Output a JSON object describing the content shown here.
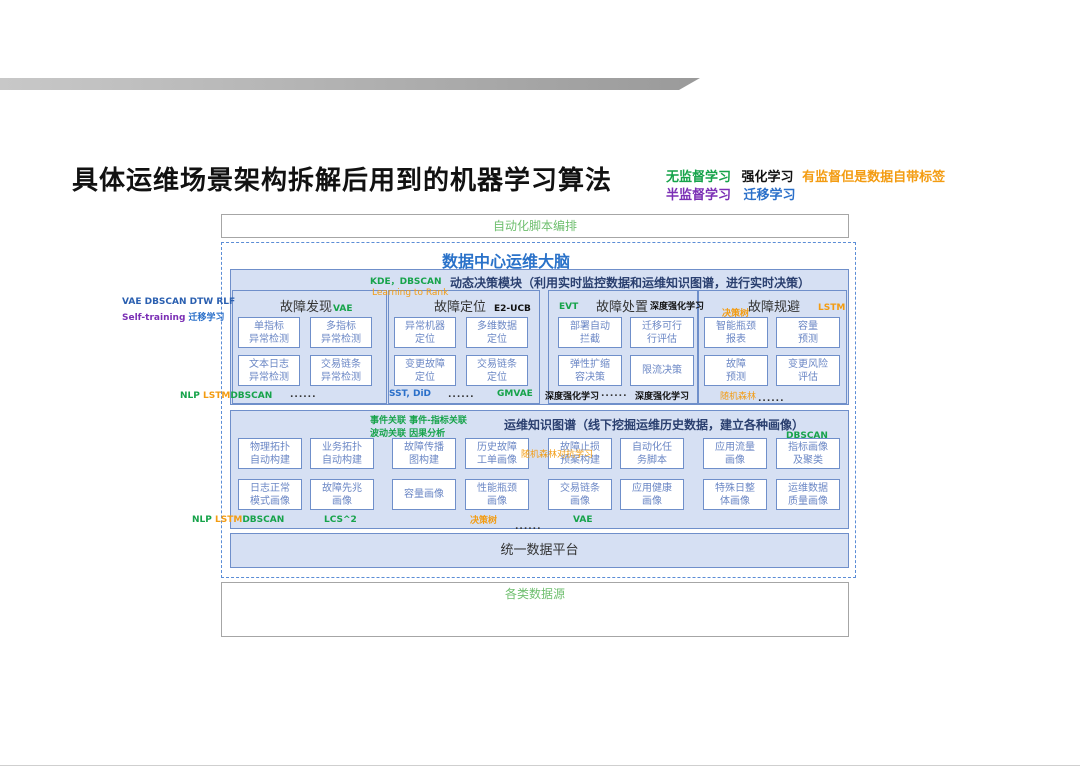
{
  "page": {
    "title": "具体运维场景架构拆解后用到的机器学习算法",
    "legend": {
      "unsupervised": "无监督学习",
      "reinforcement": "强化学习",
      "self_labeled": "有监督但是数据自带标签",
      "semi_supervised": "半监督学习",
      "transfer": "迁移学习"
    }
  },
  "colors": {
    "unsupervised": "#16a34a",
    "reinforcement": "#111111",
    "self_labeled": "#f39c12",
    "semi_supervised": "#7b2fb5",
    "transfer": "#2a6fc9",
    "panel": "#d6e0f3",
    "cell_text": "#6b87c5"
  },
  "diagram": {
    "top_box": "自动化脚本编排",
    "brain_title": "数据中心运维大脑",
    "dynamic": {
      "title": "动态决策模块（利用实时监控数据和运维知识图谱，进行实时决策）",
      "discover": {
        "title": "故障发现",
        "cells": [
          [
            "单指标",
            "异常检测"
          ],
          [
            "多指标",
            "异常检测"
          ],
          [
            "文本日志",
            "异常检测"
          ],
          [
            "交易链条",
            "异常检测"
          ]
        ]
      },
      "locate": {
        "title": "故障定位",
        "cells": [
          [
            "异常机器",
            "定位"
          ],
          [
            "多维数据",
            "定位"
          ],
          [
            "变更故障",
            "定位"
          ],
          [
            "交易链条",
            "定位"
          ]
        ]
      },
      "handle": {
        "title": "故障处置",
        "cells": [
          [
            "部署自动",
            "拦截"
          ],
          [
            "迁移可行",
            "行评估"
          ],
          [
            "弹性扩缩",
            "容决策"
          ],
          [
            "限流决策"
          ]
        ]
      },
      "avoid": {
        "title": "故障规避",
        "cells": [
          [
            "智能瓶颈",
            "报表"
          ],
          [
            "容量",
            "预测"
          ],
          [
            "故障",
            "预测"
          ],
          [
            "变更风险",
            "评估"
          ]
        ]
      }
    },
    "knowledge": {
      "title": "运维知识图谱（线下挖掘运维历史数据，建立各种画像）",
      "row1": [
        [
          "物理拓扑",
          "自动构建"
        ],
        [
          "业务拓扑",
          "自动构建"
        ],
        [
          "故障传播",
          "图构建"
        ],
        [
          "历史故障",
          "工单画像"
        ],
        [
          "故障止损",
          "预案构建"
        ],
        [
          "自动化任",
          "务脚本"
        ],
        [
          "应用流量",
          "画像"
        ],
        [
          "指标画像",
          "及聚类"
        ]
      ],
      "row2": [
        [
          "日志正常",
          "模式画像"
        ],
        [
          "故障先兆",
          "画像"
        ],
        [
          "容量画像"
        ],
        [
          "性能瓶颈",
          "画像"
        ],
        [
          "交易链条",
          "画像"
        ],
        [
          "应用健康",
          "画像"
        ],
        [
          "特殊日整",
          "体画像"
        ],
        [
          "运维数据",
          "质量画像"
        ]
      ]
    },
    "platform": "统一数据平台",
    "bottom_box": "各类数据源",
    "dots": "......"
  },
  "algo_tags": {
    "left_vae_dbscan": "VAE DBSCAN DTW RLF",
    "left_self_training": "Self-training",
    "left_transfer": "迁移学习",
    "left_nlp1": "NLP",
    "left_lstm1": "LSTM",
    "left_dbscan1": "DBSCAN",
    "vae_discover": "VAE",
    "kde_dbscan": "KDE，DBSCAN",
    "learning_to_rank": "Learning to Rank",
    "e2ucb": "E2-UCB",
    "evt": "EVT",
    "deep_rl_1": "深度强化学习",
    "decision_tree_1": "决策树",
    "lstm_avoid": "LSTM",
    "sst_did": "SST, DiD",
    "gmvae": "GMVAE",
    "deep_rl_2": "深度强化学习",
    "deep_rl_3": "深度强化学习",
    "random_forest_1": "随机森林",
    "event_assoc": "事件关联 事件-指标关联",
    "wave_assoc": "波动关联 因果分析",
    "random_forest_2": "随机森林对抗学习",
    "dbscan_k": "DBSCAN",
    "left_nlp2": "NLP",
    "left_lstm2": "LSTM",
    "left_dbscan2": "DBSCAN",
    "lcs2": "LCS^2",
    "decision_tree_2": "决策树",
    "vae_k": "VAE"
  }
}
